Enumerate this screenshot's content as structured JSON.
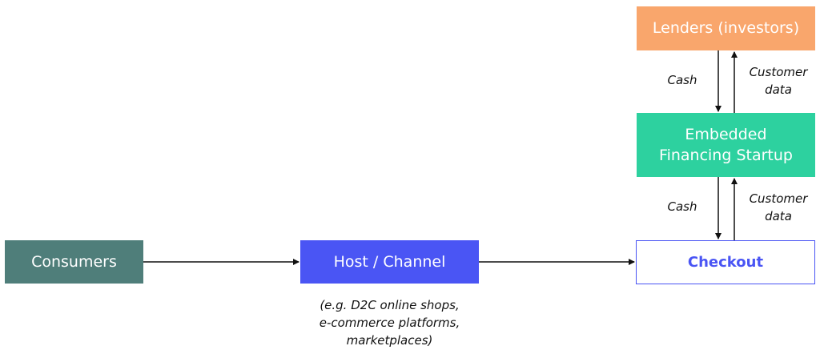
{
  "nodes": {
    "lenders": "Lenders (investors)",
    "startup": [
      "Embedded",
      "Financing Startup"
    ],
    "consumers": "Consumers",
    "host": "Host / Channel",
    "checkout": "Checkout"
  },
  "edge_labels": {
    "cash_top": "Cash",
    "customer_data_top": [
      "Customer",
      "data"
    ],
    "cash_bottom": "Cash",
    "customer_data_bottom": [
      "Customer",
      "data"
    ]
  },
  "host_caption": [
    "(e.g. D2C online shops,",
    "e-commerce platforms,",
    "marketplaces)"
  ],
  "colors": {
    "lenders": "#f9a66c",
    "startup": "#2dd19f",
    "consumers": "#4f7e7a",
    "host": "#4a55f4",
    "checkout_border": "#4a55f4",
    "arrow": "#111111"
  }
}
